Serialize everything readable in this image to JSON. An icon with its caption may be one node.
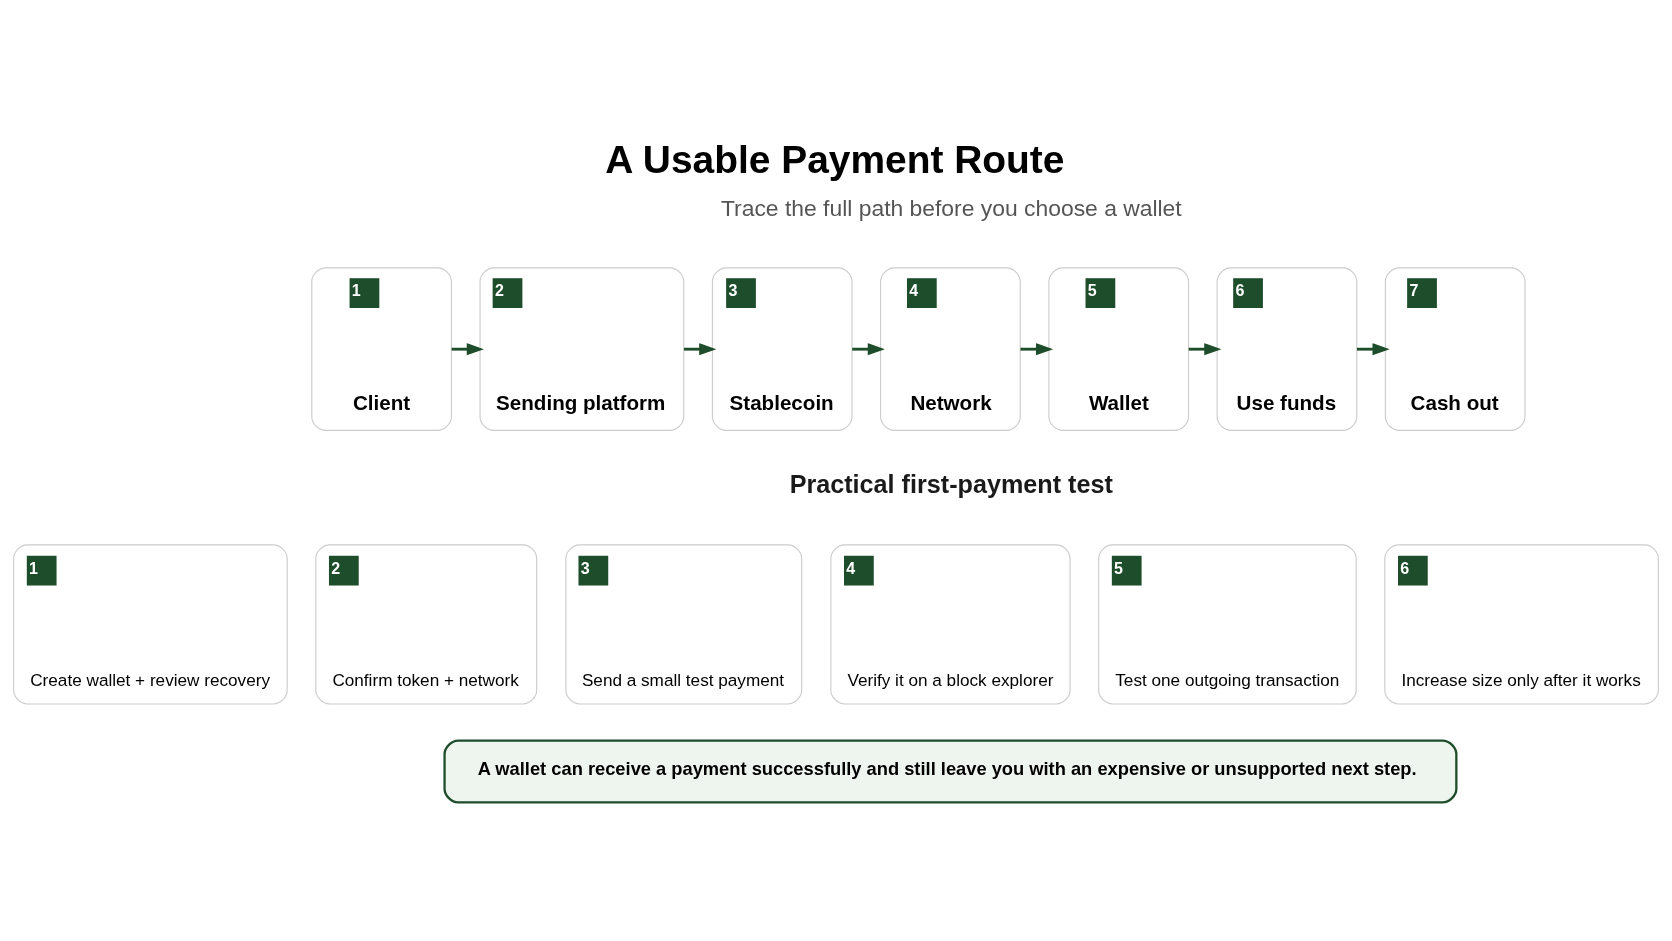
{
  "diagram": {
    "title": "A Usable Payment Route",
    "nodes": [
      {
        "text": [
          "1",
          "Client"
        ]
      },
      {
        "text": [
          "2",
          "Sending platform"
        ]
      },
      {
        "text": [
          "3",
          "Stablecoin"
        ]
      },
      {
        "text": [
          "4",
          "Network"
        ]
      },
      {
        "text": [
          "5",
          "Wallet"
        ]
      },
      {
        "text": [
          "6",
          "Use funds"
        ]
      },
      {
        "text": [
          "7",
          "Cash out"
        ]
      },
      {
        "text": [
          "1",
          "Create wallet + review recovery"
        ]
      },
      {
        "text": [
          "2",
          "Confirm token + network"
        ]
      },
      {
        "text": [
          "3",
          "Send a small test payment"
        ]
      },
      {
        "text": [
          "4",
          "Verify it on a block explorer"
        ]
      },
      {
        "text": [
          "5",
          "Test one outgoing transaction"
        ]
      },
      {
        "text": [
          "6",
          "Increase size only after it works"
        ]
      },
      {
        "text": [
          "A wallet can receive a payment successfully and still leave you with an expensive or unsupported next step."
        ]
      }
    ],
    "edges": [
      {
        "from": 0,
        "to": 1,
        "arrow": "to"
      },
      {
        "from": 1,
        "to": 2,
        "arrow": "to"
      },
      {
        "from": 2,
        "to": 3,
        "arrow": "to"
      },
      {
        "from": 3,
        "to": 4,
        "arrow": "to"
      },
      {
        "from": 4,
        "to": 5,
        "arrow": "to"
      },
      {
        "from": 5,
        "to": 6,
        "arrow": "to"
      }
    ],
    "labels": [
      "Trace the full path before you choose a wallet",
      "Practical first-payment test"
    ]
  }
}
